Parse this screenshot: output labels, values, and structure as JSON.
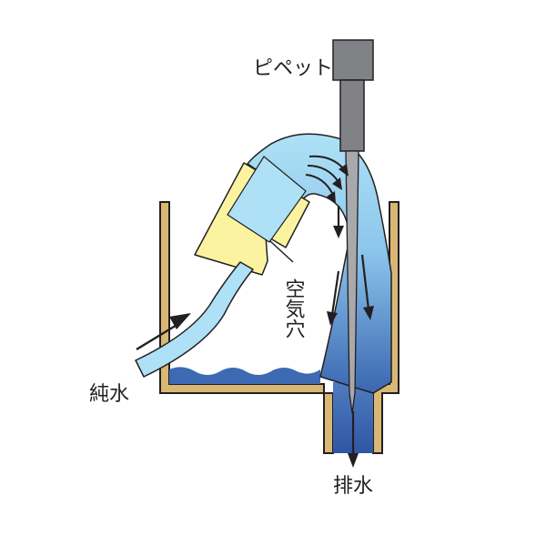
{
  "labels": {
    "pipette": "ピペット",
    "air_hole": "空気穴",
    "pure_water": "純水",
    "drain": "排水"
  },
  "colors": {
    "outline": "#231f20",
    "container_wall": "#d9b774",
    "holder_yellow": "#fbf3a0",
    "water_light": "#aee1f5",
    "water_dark": "#3a66b0",
    "pipette_gray": "#808285",
    "arrow": "#231f20"
  }
}
